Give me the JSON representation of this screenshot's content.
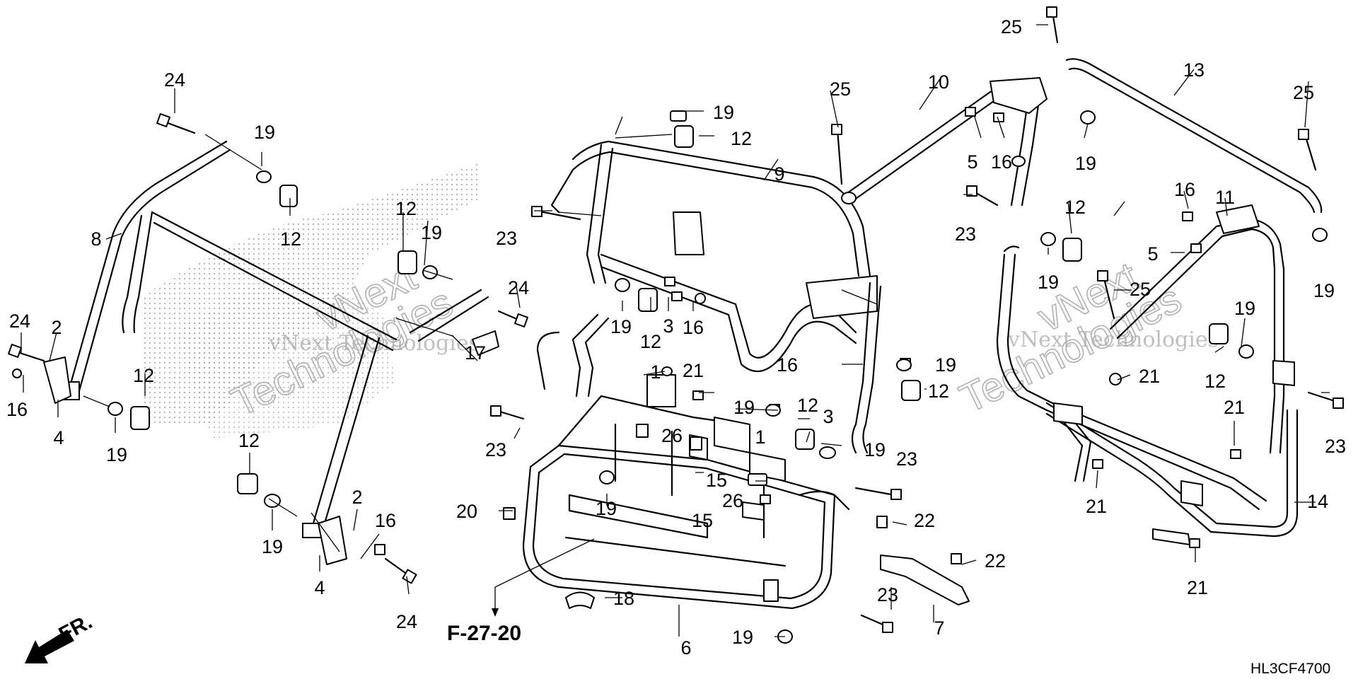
{
  "callouts": [
    {
      "id": "24a",
      "text": "24"
    },
    {
      "id": "19a",
      "text": "19"
    },
    {
      "id": "12a",
      "text": "12"
    },
    {
      "id": "8",
      "text": "8"
    },
    {
      "id": "24b",
      "text": "24"
    },
    {
      "id": "2a",
      "text": "2"
    },
    {
      "id": "16a",
      "text": "16"
    },
    {
      "id": "4a",
      "text": "4"
    },
    {
      "id": "12b",
      "text": "12"
    },
    {
      "id": "19b",
      "text": "19"
    },
    {
      "id": "12c",
      "text": "12"
    },
    {
      "id": "19c",
      "text": "19"
    },
    {
      "id": "24c",
      "text": "24"
    },
    {
      "id": "17",
      "text": "17"
    },
    {
      "id": "12d",
      "text": "12"
    },
    {
      "id": "19d",
      "text": "19"
    },
    {
      "id": "2b",
      "text": "2"
    },
    {
      "id": "16b",
      "text": "16"
    },
    {
      "id": "4b",
      "text": "4"
    },
    {
      "id": "24d",
      "text": "24"
    },
    {
      "id": "19e",
      "text": "19"
    },
    {
      "id": "12e",
      "text": "12"
    },
    {
      "id": "9",
      "text": "9"
    },
    {
      "id": "23a",
      "text": "23"
    },
    {
      "id": "19f",
      "text": "19"
    },
    {
      "id": "12f",
      "text": "12"
    },
    {
      "id": "3a",
      "text": "3"
    },
    {
      "id": "16c",
      "text": "16"
    },
    {
      "id": "1a",
      "text": "1"
    },
    {
      "id": "21a",
      "text": "21"
    },
    {
      "id": "23b",
      "text": "23"
    },
    {
      "id": "26a",
      "text": "26"
    },
    {
      "id": "19g",
      "text": "19"
    },
    {
      "id": "1b",
      "text": "1"
    },
    {
      "id": "12g",
      "text": "12"
    },
    {
      "id": "3b",
      "text": "3"
    },
    {
      "id": "16d",
      "text": "16"
    },
    {
      "id": "19h",
      "text": "19"
    },
    {
      "id": "12h",
      "text": "12"
    },
    {
      "id": "19i",
      "text": "19"
    },
    {
      "id": "15a",
      "text": "15"
    },
    {
      "id": "15b",
      "text": "15"
    },
    {
      "id": "26b",
      "text": "26"
    },
    {
      "id": "20",
      "text": "20"
    },
    {
      "id": "19j",
      "text": "19"
    },
    {
      "id": "23c",
      "text": "23"
    },
    {
      "id": "22a",
      "text": "22"
    },
    {
      "id": "22b",
      "text": "22"
    },
    {
      "id": "18",
      "text": "18"
    },
    {
      "id": "6",
      "text": "6"
    },
    {
      "id": "7",
      "text": "7"
    },
    {
      "id": "23d",
      "text": "23"
    },
    {
      "id": "19k",
      "text": "19"
    },
    {
      "id": "25a",
      "text": "25"
    },
    {
      "id": "10",
      "text": "10"
    },
    {
      "id": "5a",
      "text": "5"
    },
    {
      "id": "16e",
      "text": "16"
    },
    {
      "id": "25b",
      "text": "25"
    },
    {
      "id": "13",
      "text": "13"
    },
    {
      "id": "19l",
      "text": "19"
    },
    {
      "id": "25c",
      "text": "25"
    },
    {
      "id": "23e",
      "text": "23"
    },
    {
      "id": "12i",
      "text": "12"
    },
    {
      "id": "19m",
      "text": "19"
    },
    {
      "id": "16f",
      "text": "16"
    },
    {
      "id": "11",
      "text": "11"
    },
    {
      "id": "5b",
      "text": "5"
    },
    {
      "id": "25d",
      "text": "25"
    },
    {
      "id": "19n",
      "text": "19"
    },
    {
      "id": "19o",
      "text": "19"
    },
    {
      "id": "12j",
      "text": "12"
    },
    {
      "id": "21b",
      "text": "21"
    },
    {
      "id": "21c",
      "text": "21"
    },
    {
      "id": "23f",
      "text": "23"
    },
    {
      "id": "21d",
      "text": "21"
    },
    {
      "id": "14",
      "text": "14"
    },
    {
      "id": "21e",
      "text": "21"
    }
  ],
  "reference_label": "F-27-20",
  "direction_label": "FR.",
  "diagram_code": "HL3CF4700",
  "watermark": {
    "line1": "vNext Technologies",
    "big1": "vNext",
    "big2": "Technologies"
  },
  "colors": {
    "line": "#000000",
    "background": "#ffffff",
    "watermark": "#9a9a9a"
  }
}
